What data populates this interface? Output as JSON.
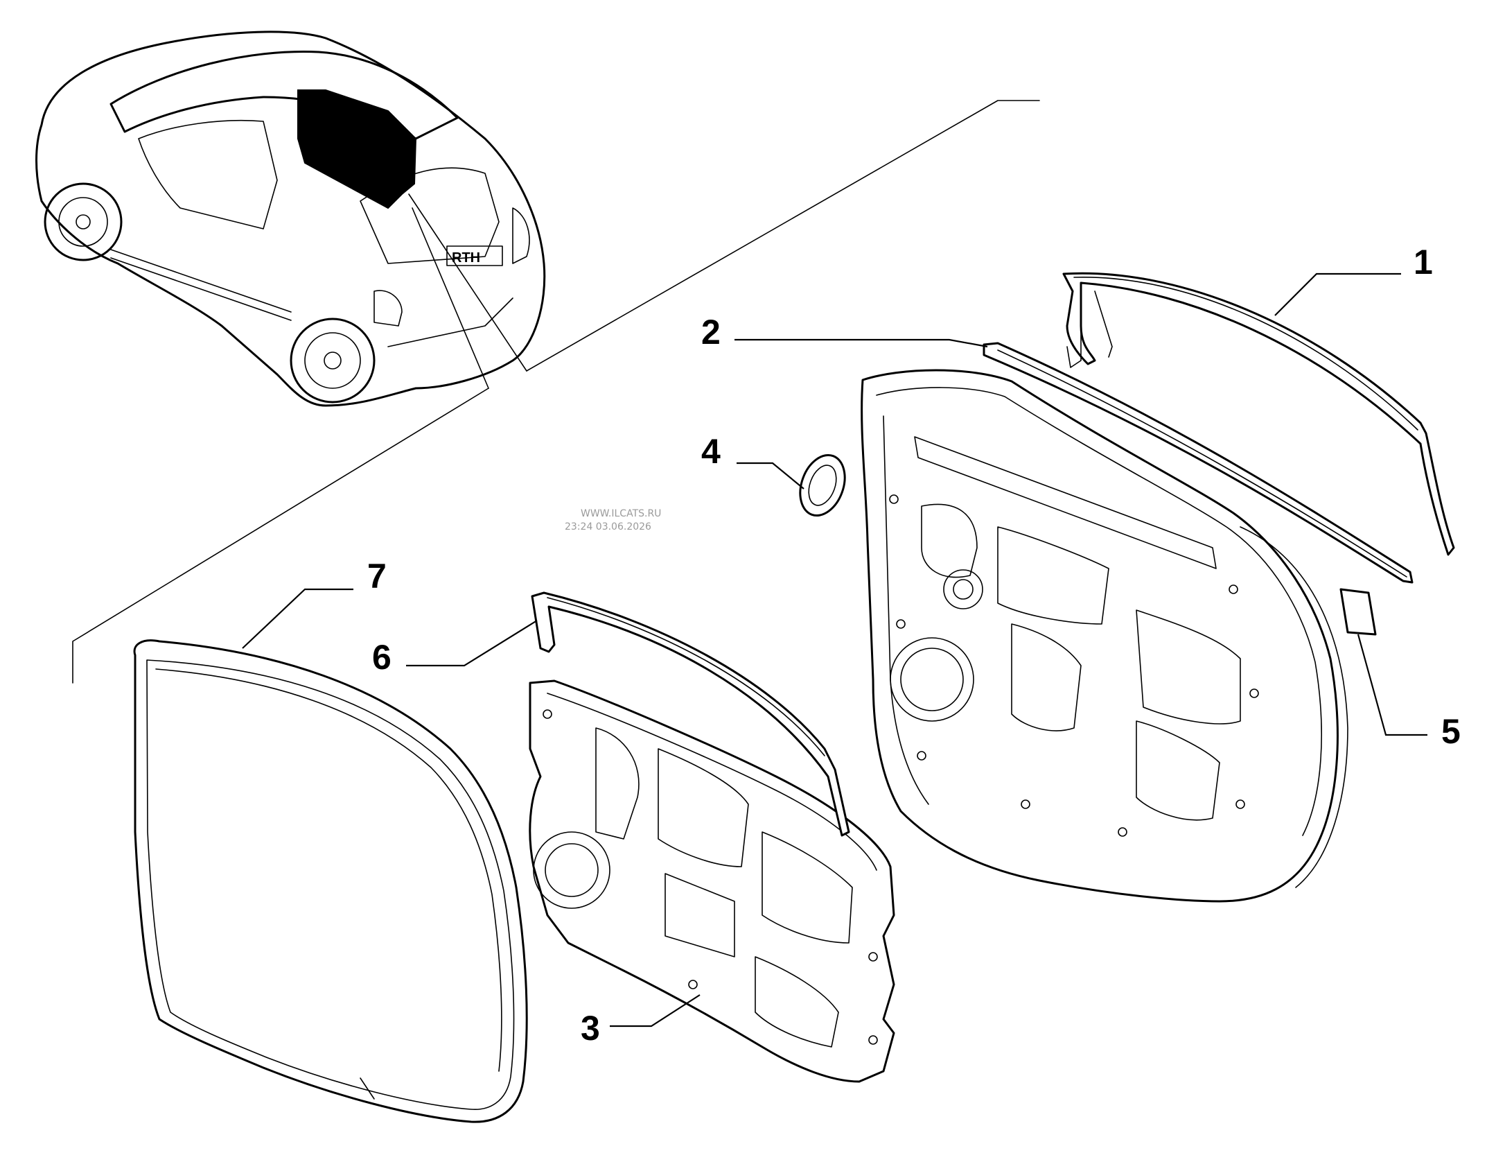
{
  "callouts": [
    {
      "id": "1",
      "label": "1"
    },
    {
      "id": "2",
      "label": "2"
    },
    {
      "id": "3",
      "label": "3"
    },
    {
      "id": "4",
      "label": "4"
    },
    {
      "id": "5",
      "label": "5"
    },
    {
      "id": "6",
      "label": "6"
    },
    {
      "id": "7",
      "label": "7"
    }
  ],
  "car_badge": "RTH",
  "watermark": {
    "line1": "WWW.ILCATS.RU",
    "line2": "23:24 03.06.2026"
  }
}
